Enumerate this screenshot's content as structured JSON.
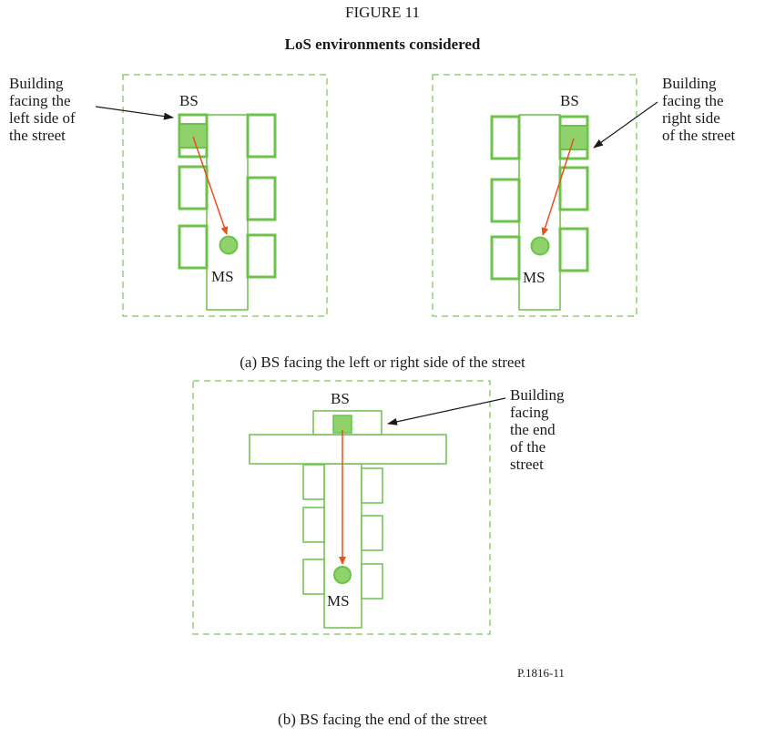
{
  "figure": {
    "number": "FIGURE 11",
    "title": "LoS environments considered",
    "reference": "P.1816-11"
  },
  "panel_a": {
    "caption": "(a) BS facing the left or right side of the street",
    "left_diagram": {
      "bs_label": "BS",
      "ms_label": "MS",
      "callout_lines": [
        "Building",
        "facing the",
        "left side of",
        "the street"
      ]
    },
    "right_diagram": {
      "bs_label": "BS",
      "ms_label": "MS",
      "callout_lines": [
        "Building",
        "facing the",
        "right side",
        "of the street"
      ]
    }
  },
  "panel_b": {
    "caption": "(b) BS facing the end of the street",
    "bs_label": "BS",
    "ms_label": "MS",
    "callout_lines": [
      "Building",
      "facing",
      "the end",
      "of the",
      "street"
    ]
  },
  "colors": {
    "building_stroke": "#6cc24a",
    "building_fill_bs": "#8fd16a",
    "ms_fill": "#8fd16a",
    "signal_arrow": "#e8501e",
    "pointer_arrow": "#1a1a1a",
    "boundary_dashed": "#8fd16a"
  }
}
